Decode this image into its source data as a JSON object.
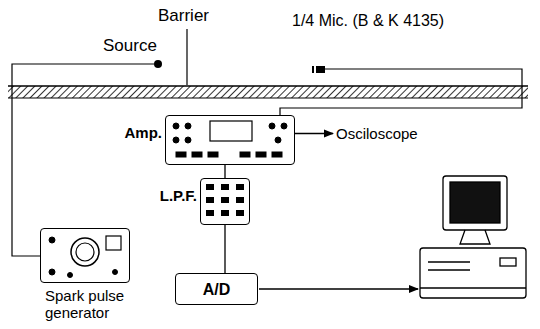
{
  "diagram": {
    "nodes": [
      {
        "text": [
          "Spark pulse generator"
        ]
      },
      {
        "text": [
          "Amp."
        ]
      },
      {
        "text": [
          "Osciloscope"
        ]
      },
      {
        "text": [
          "L.P.F."
        ]
      },
      {
        "text": [
          "A/D"
        ]
      }
    ],
    "edges": [
      {
        "from": 1,
        "to": 2,
        "arrow": "to"
      },
      {
        "from": 1,
        "to": 3,
        "arrow": "none"
      },
      {
        "from": 3,
        "to": 4,
        "arrow": "none"
      }
    ],
    "labels": [
      "Barrier",
      "Source",
      "1/4 Mic. (B & K 4135)"
    ]
  }
}
